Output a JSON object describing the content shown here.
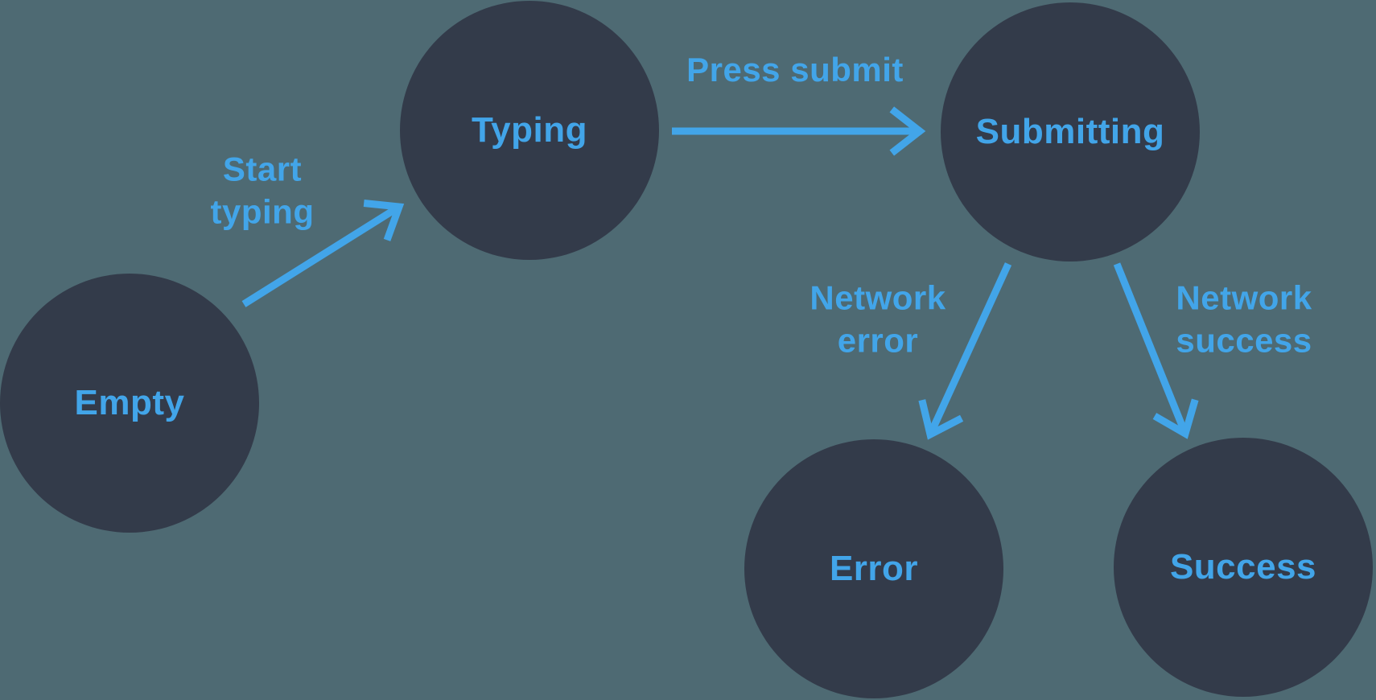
{
  "diagram": {
    "type": "state-machine",
    "background_color": "#4E6A73",
    "node_color": "#333B4A",
    "accent_color": "#42A5E9",
    "nodes": [
      {
        "id": "empty",
        "label": "Empty"
      },
      {
        "id": "typing",
        "label": "Typing"
      },
      {
        "id": "submitting",
        "label": "Submitting"
      },
      {
        "id": "error",
        "label": "Error"
      },
      {
        "id": "success",
        "label": "Success"
      }
    ],
    "transitions": [
      {
        "from": "empty",
        "to": "typing",
        "label": "Start typing"
      },
      {
        "from": "typing",
        "to": "submitting",
        "label": "Press submit"
      },
      {
        "from": "submitting",
        "to": "error",
        "label": "Network error"
      },
      {
        "from": "submitting",
        "to": "success",
        "label": "Network success"
      }
    ]
  }
}
